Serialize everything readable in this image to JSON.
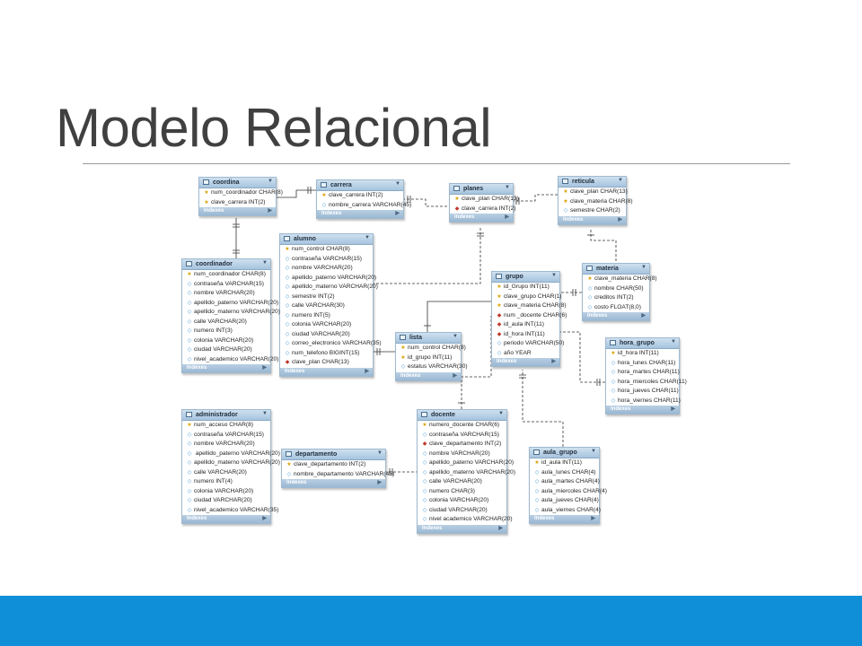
{
  "slide": {
    "title": "Modelo Relacional"
  },
  "colors": {
    "footer": "#0f8fd8",
    "table_header": "#a6c4de",
    "title": "#404040"
  },
  "diagram": {
    "indexes_label": "Indexes",
    "tables": [
      {
        "id": "coordina",
        "name": "coordina",
        "columns": [
          {
            "key": "pk",
            "text": "num_coordinador CHAR(8)"
          },
          {
            "key": "pk",
            "text": "clave_carrera INT(2)"
          }
        ]
      },
      {
        "id": "carrera",
        "name": "carrera",
        "columns": [
          {
            "key": "pk",
            "text": "clave_carrera INT(2)"
          },
          {
            "key": "col",
            "text": "nombre_carrera VARCHAR(45)"
          }
        ]
      },
      {
        "id": "planes",
        "name": "planes",
        "columns": [
          {
            "key": "pk",
            "text": "clave_plan CHAR(13)"
          },
          {
            "key": "fk",
            "text": "clave_carrera INT(2)"
          }
        ]
      },
      {
        "id": "reticula",
        "name": "reticula",
        "columns": [
          {
            "key": "pk",
            "text": "clave_plan CHAR(13)"
          },
          {
            "key": "pk",
            "text": "clave_materia CHAR(8)"
          },
          {
            "key": "col",
            "text": "semestre CHAR(2)"
          }
        ]
      },
      {
        "id": "alumno",
        "name": "alumno",
        "columns": [
          {
            "key": "pk",
            "text": "num_control CHAR(8)"
          },
          {
            "key": "col",
            "text": "contraseña VARCHAR(15)"
          },
          {
            "key": "col",
            "text": "nombre VARCHAR(20)"
          },
          {
            "key": "col",
            "text": "apellido_paterno VARCHAR(20)"
          },
          {
            "key": "col",
            "text": "apellido_materno VARCHAR(20)"
          },
          {
            "key": "col",
            "text": "semestre INT(2)"
          },
          {
            "key": "col",
            "text": "calle VARCHAR(30)"
          },
          {
            "key": "col",
            "text": "numero INT(5)"
          },
          {
            "key": "col",
            "text": "colonia VARCHAR(20)"
          },
          {
            "key": "col",
            "text": "ciudad VARCHAR(20)"
          },
          {
            "key": "col",
            "text": "correo_electronico VARCHAR(35)"
          },
          {
            "key": "col",
            "text": "num_telefono BIGINT(15)"
          },
          {
            "key": "fk",
            "text": "clave_plan CHAR(13)"
          }
        ]
      },
      {
        "id": "coordinador",
        "name": "coordinador",
        "columns": [
          {
            "key": "pk",
            "text": "num_coordinador CHAR(8)"
          },
          {
            "key": "col",
            "text": "contraseña VARCHAR(15)"
          },
          {
            "key": "col",
            "text": "nombre VARCHAR(20)"
          },
          {
            "key": "col",
            "text": "apellido_paterno VARCHAR(20)"
          },
          {
            "key": "col",
            "text": "apellido_materno VARCHAR(20)"
          },
          {
            "key": "col",
            "text": "calle VARCHAR(20)"
          },
          {
            "key": "col",
            "text": "numero INT(3)"
          },
          {
            "key": "col",
            "text": "colonia VARCHAR(20)"
          },
          {
            "key": "col",
            "text": "ciudad VARCHAR(20)"
          },
          {
            "key": "col",
            "text": "nivel_academico VARCHAR(20)"
          }
        ]
      },
      {
        "id": "grupo",
        "name": "grupo",
        "columns": [
          {
            "key": "pk",
            "text": "id_Grupo INT(11)"
          },
          {
            "key": "pk",
            "text": "clave_grupo CHAR(1)"
          },
          {
            "key": "pk",
            "text": "clave_materia CHAR(8)"
          },
          {
            "key": "fk",
            "text": "num _docente CHAR(6)"
          },
          {
            "key": "fk",
            "text": "id_aula INT(11)"
          },
          {
            "key": "fk",
            "text": "id_hora INT(11)"
          },
          {
            "key": "col",
            "text": "periodo VARCHAR(50)"
          },
          {
            "key": "col",
            "text": "año YEAR"
          }
        ]
      },
      {
        "id": "materia",
        "name": "materia",
        "columns": [
          {
            "key": "pk",
            "text": "clave_materia CHAR(8)"
          },
          {
            "key": "col",
            "text": "nombre CHAR(50)"
          },
          {
            "key": "col",
            "text": "creditos INT(2)"
          },
          {
            "key": "col",
            "text": "costo FLOAT(8,0)"
          }
        ]
      },
      {
        "id": "lista",
        "name": "lista",
        "columns": [
          {
            "key": "pk",
            "text": "num_control CHAR(8)"
          },
          {
            "key": "pk",
            "text": "id_grupo INT(11)"
          },
          {
            "key": "col",
            "text": "estatus VARCHAR(30)"
          }
        ]
      },
      {
        "id": "hora_grupo",
        "name": "hora_grupo",
        "columns": [
          {
            "key": "pk",
            "text": "id_hora INT(11)"
          },
          {
            "key": "col",
            "text": "hora_lunes CHAR(11)"
          },
          {
            "key": "col",
            "text": "hora_martes CHAR(11)"
          },
          {
            "key": "col",
            "text": "hora_miercoles CHAR(11)"
          },
          {
            "key": "col",
            "text": "hora_jueves CHAR(11)"
          },
          {
            "key": "col",
            "text": "hora_viernes CHAR(11)"
          }
        ]
      },
      {
        "id": "administrador",
        "name": "administrador",
        "columns": [
          {
            "key": "pk",
            "text": "num_acceso CHAR(8)"
          },
          {
            "key": "col",
            "text": "contraseña VARCHAR(15)"
          },
          {
            "key": "col",
            "text": "nombre VARCHAR(20)"
          },
          {
            "key": "col",
            "text": " apellido_paterno VARCHAR(20)"
          },
          {
            "key": "col",
            "text": "apellido_materno VARCHAR(20)"
          },
          {
            "key": "col",
            "text": "calle VARCHAR(20)"
          },
          {
            "key": "col",
            "text": "numero INT(4)"
          },
          {
            "key": "col",
            "text": "colonia VARCHAR(20)"
          },
          {
            "key": "col",
            "text": "ciudad VARCHAR(20)"
          },
          {
            "key": "col",
            "text": "nivel_academico VARCHAR(35)"
          }
        ]
      },
      {
        "id": "departamento",
        "name": "departamento",
        "columns": [
          {
            "key": "pk",
            "text": "clave_departamento INT(2)"
          },
          {
            "key": "col",
            "text": "nombre_departamento VARCHAR(45)"
          }
        ]
      },
      {
        "id": "docente",
        "name": "docente",
        "columns": [
          {
            "key": "pk",
            "text": "numero_docente CHAR(6)"
          },
          {
            "key": "col",
            "text": "contraseña VARCHAR(15)"
          },
          {
            "key": "fk",
            "text": "clave_departamento INT(2)"
          },
          {
            "key": "col",
            "text": "nombre VARCHAR(20)"
          },
          {
            "key": "col",
            "text": "apellido_paterno VARCHAR(20)"
          },
          {
            "key": "col",
            "text": "apellido_materno VARCHAR(20)"
          },
          {
            "key": "col",
            "text": "calle VARCHAR(20)"
          },
          {
            "key": "col",
            "text": "numero CHAR(3)"
          },
          {
            "key": "col",
            "text": "colonia VARCHAR(20)"
          },
          {
            "key": "col",
            "text": "ciudad VARCHAR(20)"
          },
          {
            "key": "col",
            "text": "nivel academico VARCHAR(20)"
          }
        ]
      },
      {
        "id": "aula_grupo",
        "name": "aula_grupo",
        "columns": [
          {
            "key": "pk",
            "text": "id_aula INT(11)"
          },
          {
            "key": "col",
            "text": "aula_lunes CHAR(4)"
          },
          {
            "key": "col",
            "text": "aula_martes CHAR(4)"
          },
          {
            "key": "col",
            "text": "aula_miercoles CHAR(4)"
          },
          {
            "key": "col",
            "text": "aula_jueves CHAR(4)"
          },
          {
            "key": "col",
            "text": "aula_viernes CHAR(4)"
          }
        ]
      }
    ]
  }
}
